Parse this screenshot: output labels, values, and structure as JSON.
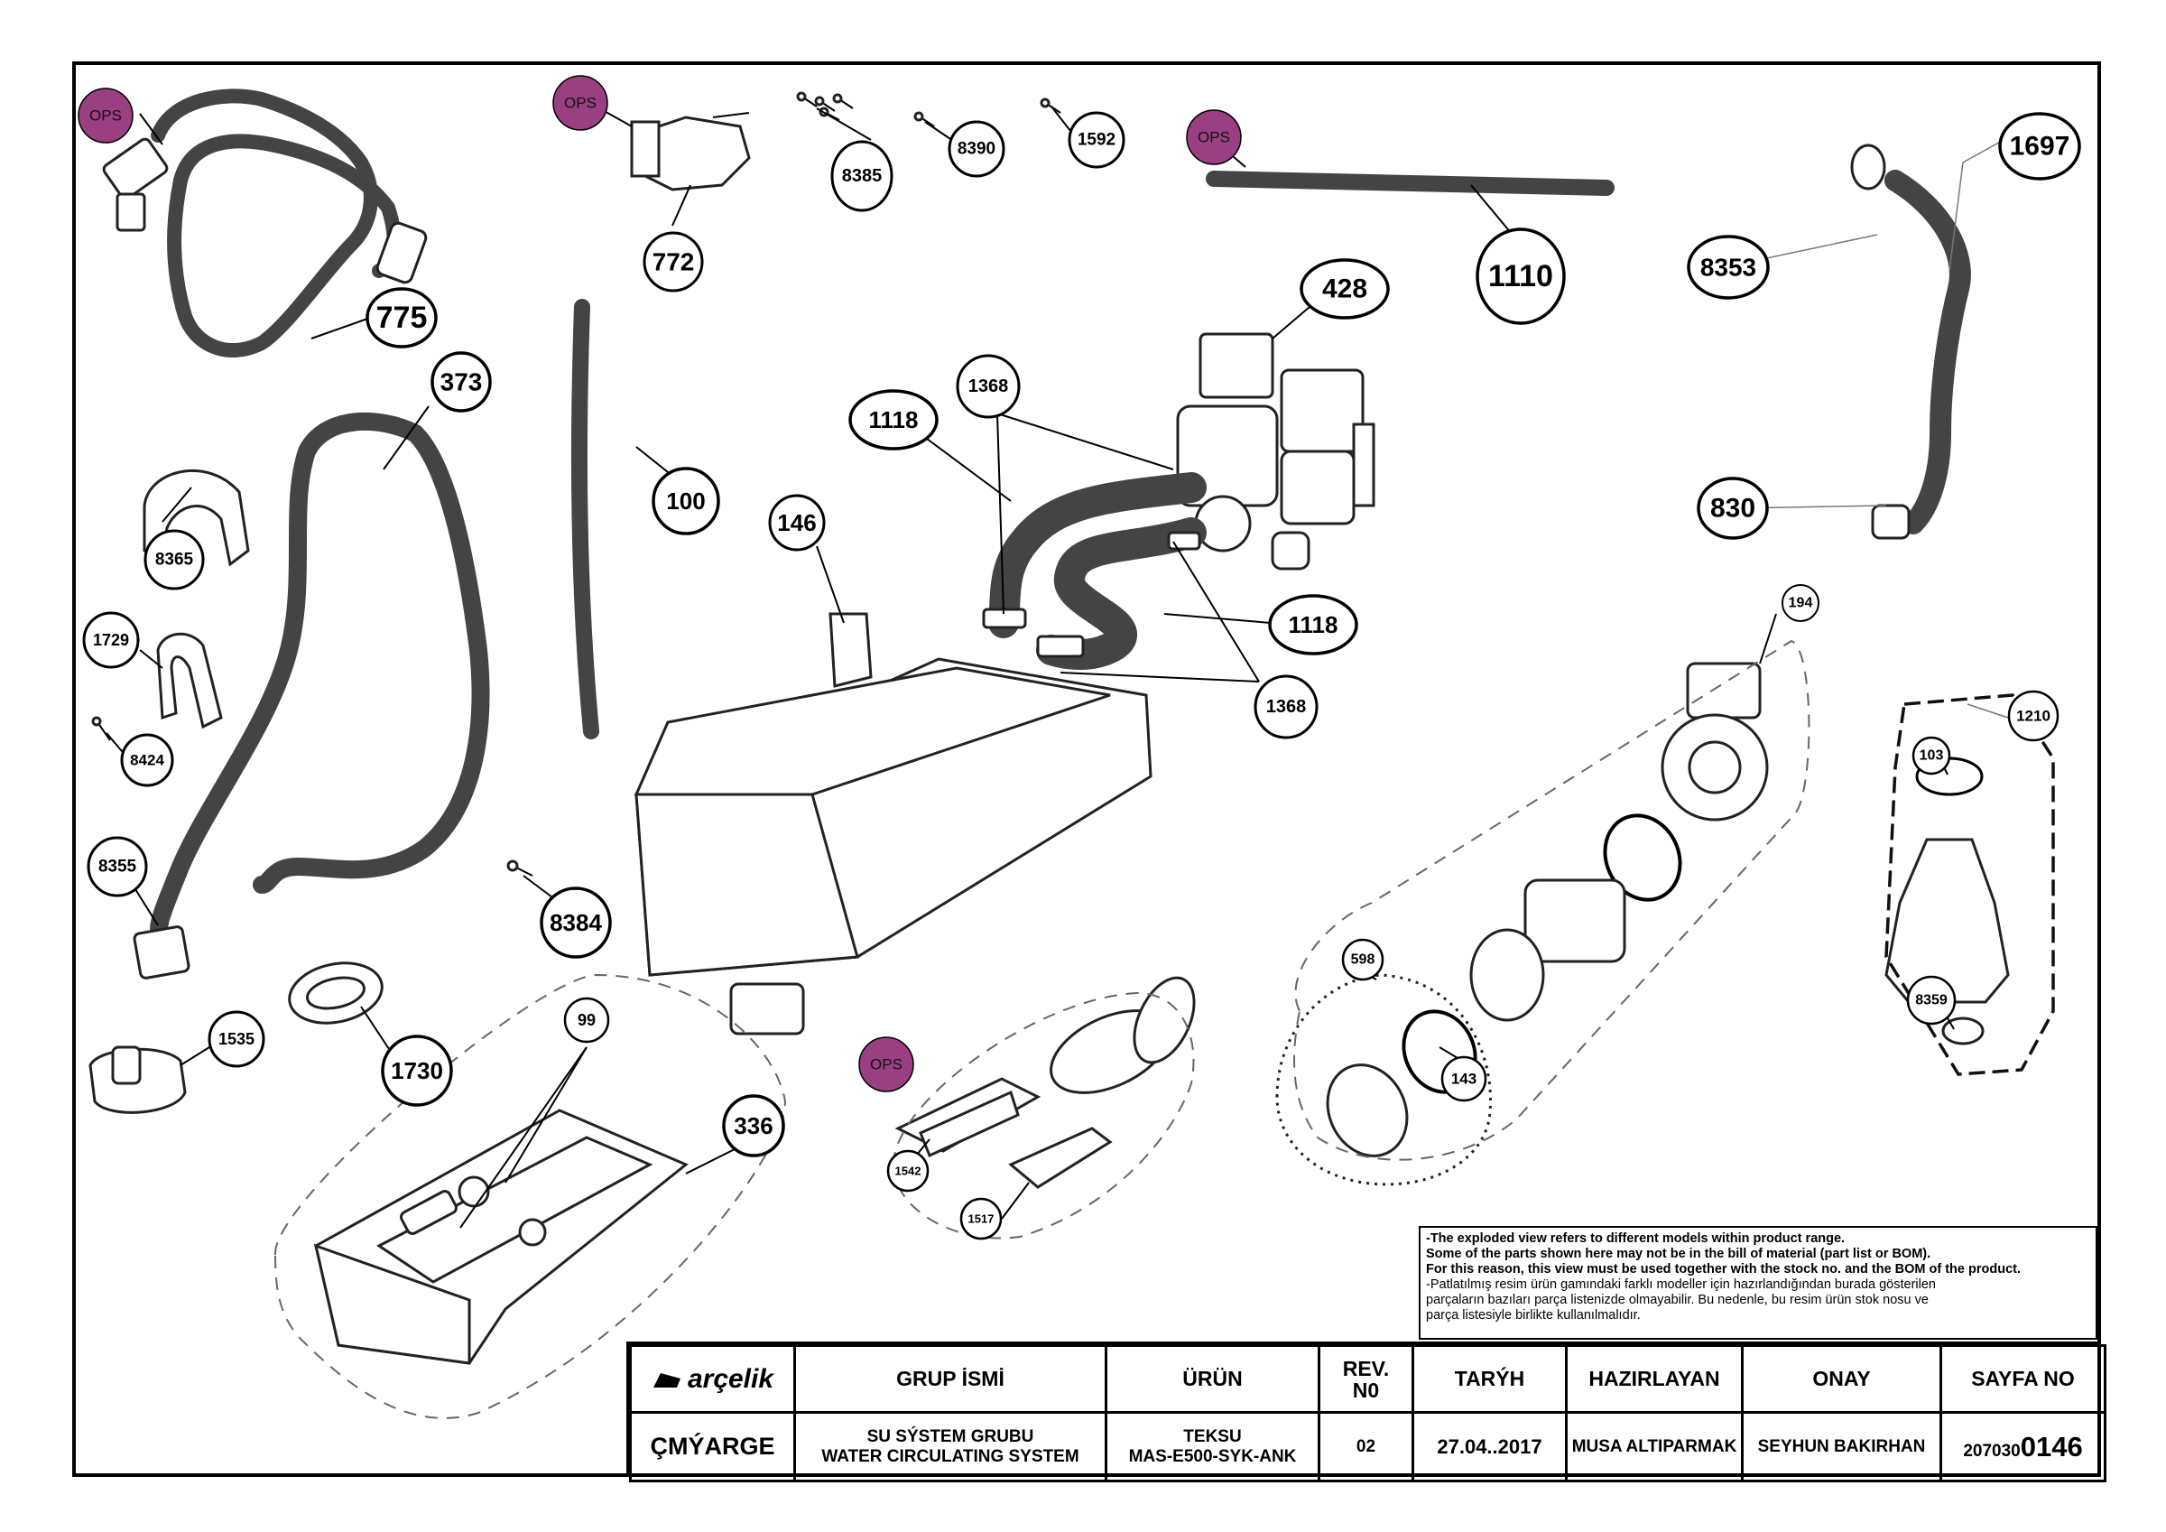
{
  "callouts": {
    "p775": "775",
    "p772": "772",
    "p8385": "8385",
    "p8390": "8390",
    "p1592": "1592",
    "p1110": "1110",
    "p1697": "1697",
    "p8353": "8353",
    "p830": "830",
    "p373": "373",
    "p100": "100",
    "p428": "428",
    "p1368a": "1368",
    "p1118a": "1118",
    "p146": "146",
    "p1118b": "1118",
    "p1368b": "1368",
    "p8365": "8365",
    "p1729": "1729",
    "p8424": "8424",
    "p8355": "8355",
    "p8384": "8384",
    "p194": "194",
    "p1210": "1210",
    "p103": "103",
    "p8359": "8359",
    "p598": "598",
    "p143": "143",
    "p1535": "1535",
    "p1730": "1730",
    "p99": "99",
    "p336": "336",
    "p1542": "1542",
    "p1517": "1517"
  },
  "ops": {
    "label": "OPS",
    "color": "#9b3f83"
  },
  "notes": {
    "line1": "-The exploded view refers to different models within product range.",
    "line2": "Some of the parts shown here may not be in the bill of material (part list or BOM).",
    "line3": "For this reason, this view must be used together with the stock no. and the BOM of the product.",
    "line4": "-Patlatılmış resim ürün gamındaki farklı modeller için hazırlandığından burada gösterilen",
    "line5": "parçaların bazıları parça listenizde olmayabilir. Bu nedenle, bu resim ürün stok nosu ve",
    "line6": "parça listesiyle birlikte kullanılmalıdır."
  },
  "titleblock": {
    "brand": "arçelik",
    "headers": {
      "group": "GRUP İSMİ",
      "product": "ÜRÜN",
      "rev": "REV.\nN0",
      "date": "TARÝH",
      "prepared": "HAZIRLAYAN",
      "approval": "ONAY",
      "page": "SAYFA NO"
    },
    "values": {
      "company": "ÇMÝARGE",
      "group_tr": "SU SÝSTEM GRUBU",
      "group_en": "WATER CIRCULATING SYSTEM",
      "product_name": "TEKSU",
      "product_code": "MAS-E500-SYK-ANK",
      "rev": "02",
      "date": "27.04..2017",
      "prepared": "MUSA ALTIPARMAK",
      "approval": "SEYHUN BAKIRHAN",
      "page_prefix": "207030",
      "page_suffix": "0146"
    }
  }
}
